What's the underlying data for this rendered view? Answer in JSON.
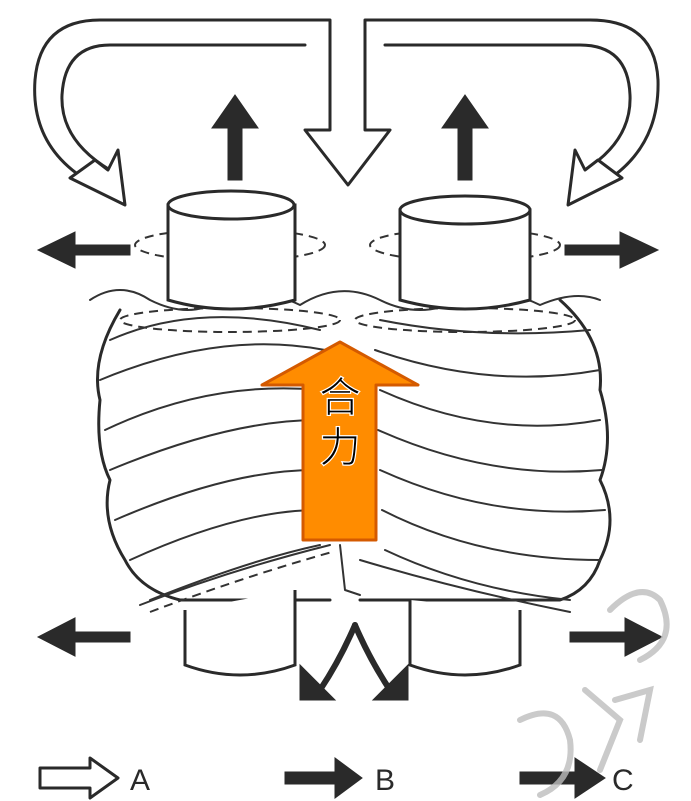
{
  "diagram": {
    "center_label": "合力",
    "legend": [
      {
        "key": "A",
        "style": "outline-arrow"
      },
      {
        "key": "B",
        "style": "solid-arrow"
      },
      {
        "key": "C",
        "style": "solid-arrow"
      }
    ],
    "colors": {
      "resultant_arrow_fill": "#ff8c00",
      "resultant_arrow_stroke": "#d45a00",
      "line": "#2a2a2a"
    }
  }
}
